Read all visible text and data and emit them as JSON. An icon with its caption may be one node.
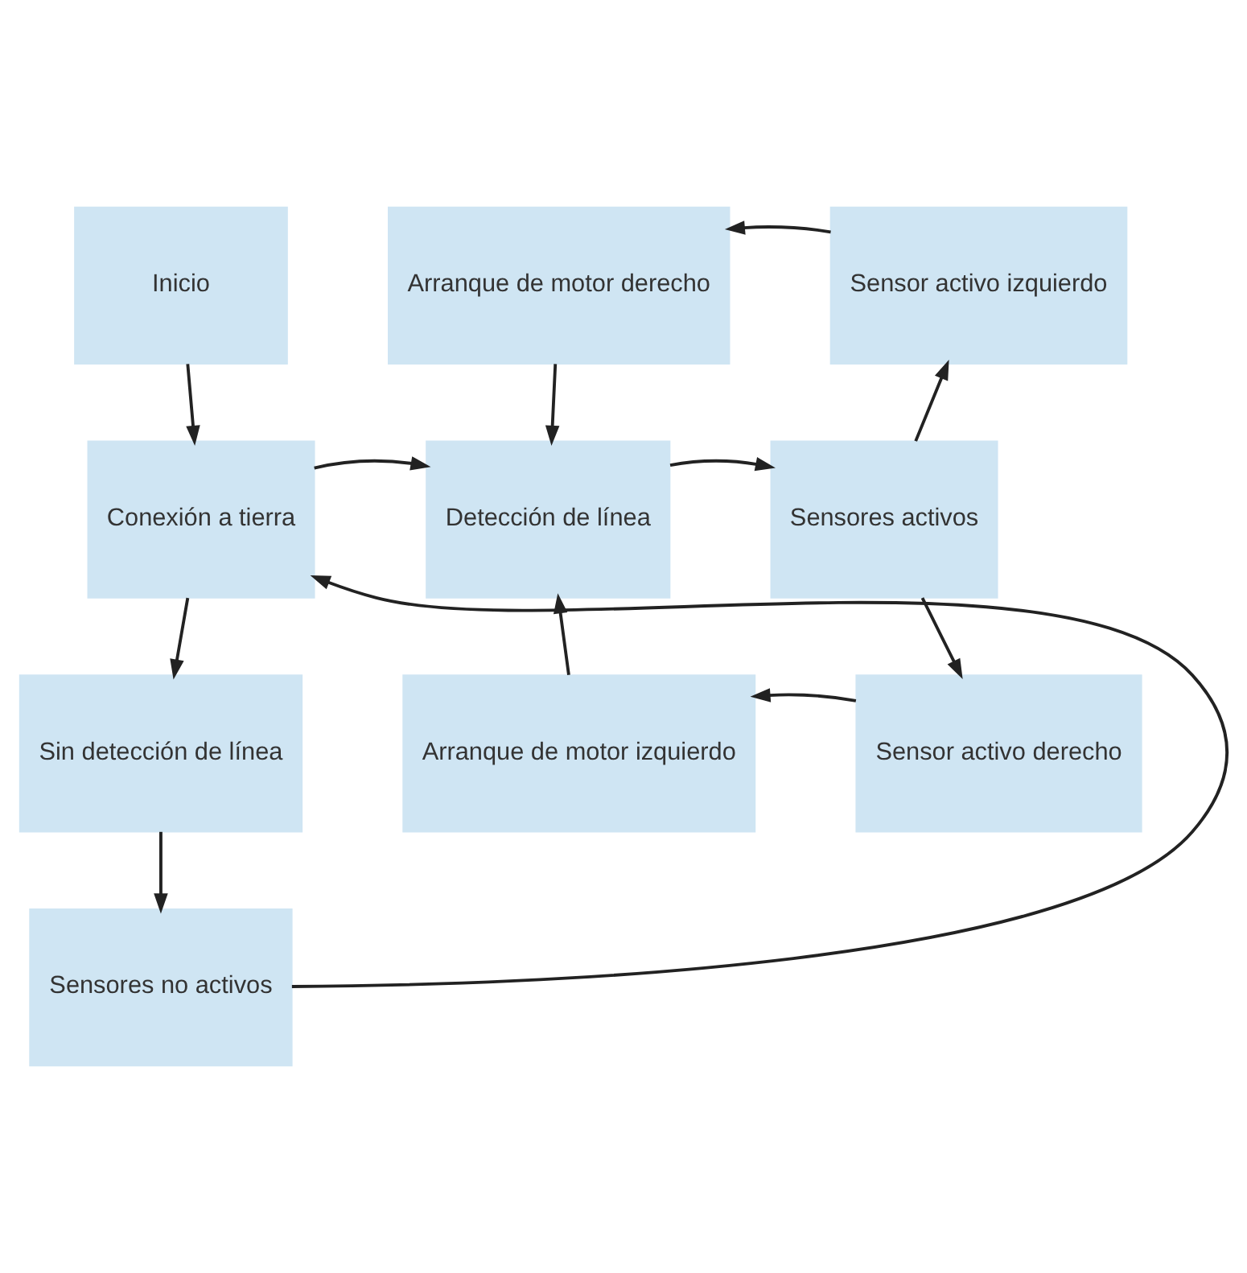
{
  "diagram": {
    "nodes": [
      {
        "text": [
          "Inicio"
        ]
      },
      {
        "text": [
          "Arranque de motor derecho"
        ]
      },
      {
        "text": [
          "Sensor activo izquierdo"
        ]
      },
      {
        "text": [
          "Conexión a tierra"
        ]
      },
      {
        "text": [
          "Detección de línea"
        ]
      },
      {
        "text": [
          "Sensores activos"
        ]
      },
      {
        "text": [
          "Sin detección de línea"
        ]
      },
      {
        "text": [
          "Arranque de motor izquierdo"
        ]
      },
      {
        "text": [
          "Sensor activo derecho"
        ]
      },
      {
        "text": [
          "Sensores no activos"
        ]
      }
    ],
    "edges": [
      {
        "from": 0,
        "to": 3,
        "arrow": "to"
      },
      {
        "from": 3,
        "to": 4,
        "arrow": "to"
      },
      {
        "from": 4,
        "to": 5,
        "arrow": "to"
      },
      {
        "from": 5,
        "to": 2,
        "arrow": "to"
      },
      {
        "from": 2,
        "to": 1,
        "arrow": "to"
      },
      {
        "from": 1,
        "to": 4,
        "arrow": "to"
      },
      {
        "from": 5,
        "to": 8,
        "arrow": "to"
      },
      {
        "from": 8,
        "to": 7,
        "arrow": "to"
      },
      {
        "from": 7,
        "to": 4,
        "arrow": "to"
      },
      {
        "from": 3,
        "to": 6,
        "arrow": "to"
      },
      {
        "from": 6,
        "to": 9,
        "arrow": "to"
      },
      {
        "from": 9,
        "to": 3,
        "arrow": "to"
      }
    ]
  }
}
